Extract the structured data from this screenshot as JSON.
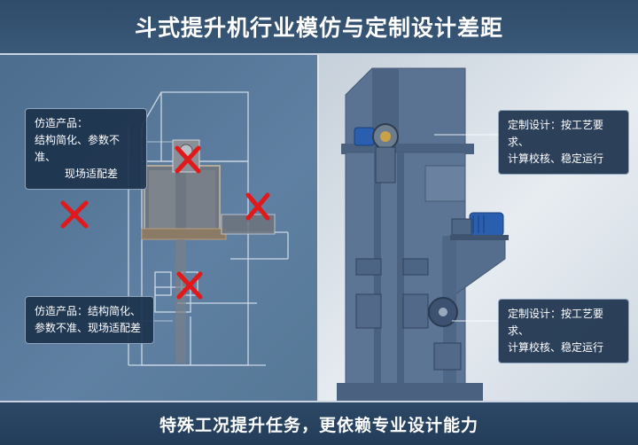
{
  "header": {
    "title": "斗式提升机行业模仿与定制设计差距"
  },
  "left_callouts": {
    "top": {
      "line1": "仿造产品：",
      "line2": "结构简化、参数不准、",
      "line3": "现场适配差"
    },
    "bottom": {
      "line1": "仿造产品：结构简化、",
      "line2": "参数不准、现场适配差"
    }
  },
  "right_callouts": {
    "top": {
      "line1": "定制设计：按工艺要求、",
      "line2": "计算校核、稳定运行"
    },
    "bottom": {
      "line1": "定制设计：按工艺要求、",
      "line2": "计算校核、稳定运行"
    }
  },
  "footer": {
    "caption": "特殊工况提升任务，更依赖专业设计能力"
  },
  "colors": {
    "cross": "#e0191b",
    "machine": "#5b7392",
    "motor": "#2a5fb0",
    "panel_blue": "#1c324c"
  }
}
